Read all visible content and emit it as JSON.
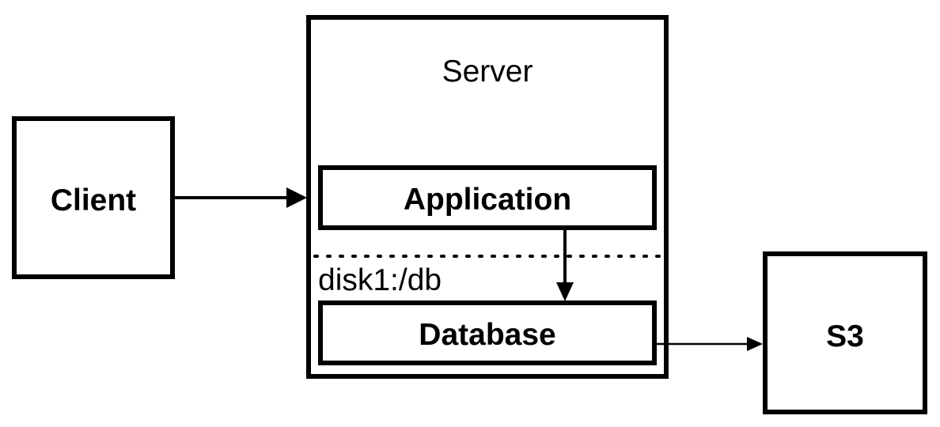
{
  "diagram": {
    "nodes": {
      "client": {
        "label": "Client"
      },
      "server": {
        "label": "Server"
      },
      "application": {
        "label": "Application"
      },
      "database": {
        "label": "Database"
      },
      "s3": {
        "label": "S3"
      }
    },
    "disk_path": "disk1:/db",
    "edges": [
      {
        "from": "client",
        "to": "application"
      },
      {
        "from": "application",
        "to": "database"
      },
      {
        "from": "database",
        "to": "s3"
      }
    ],
    "colors": {
      "stroke": "#000000",
      "background": "#ffffff"
    }
  }
}
